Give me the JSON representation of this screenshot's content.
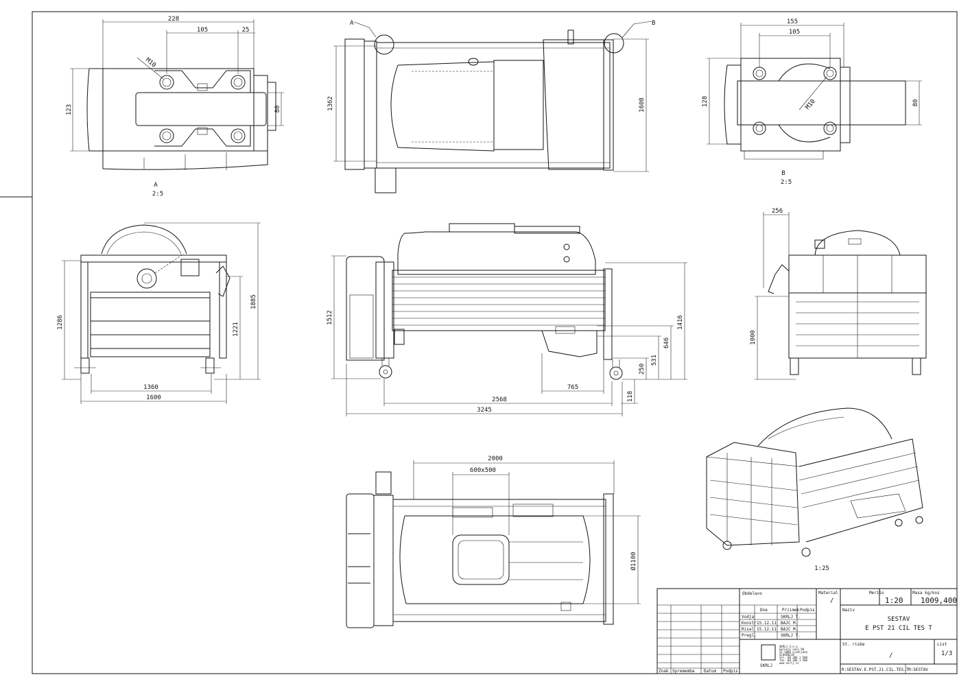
{
  "views": {
    "detail_a": {
      "label": "A",
      "scale": "2:5",
      "dims": {
        "width_total": "228",
        "hole_spacing": "105",
        "offset": "25",
        "height": "123",
        "strap": "80",
        "thread": "M10"
      }
    },
    "top": {
      "callout_a": "A",
      "callout_b": "B",
      "dim_inner": "1362",
      "dim_outer": "1608"
    },
    "detail_b": {
      "label": "B",
      "scale": "2:5",
      "dims": {
        "width_total": "155",
        "hole_spacing": "105",
        "height": "128",
        "strap": "80",
        "thread": "M10"
      }
    },
    "front": {
      "dims": {
        "h1": "1286",
        "h2": "1221",
        "h3": "1885",
        "w1": "1360",
        "w2": "1600"
      }
    },
    "side": {
      "dims": {
        "h_left": "1512",
        "h_right": "1416",
        "d646": "646",
        "d531": "531",
        "d250": "250",
        "d118": "118",
        "d765": "765",
        "len": "2568",
        "len_total": "3245"
      }
    },
    "end": {
      "dims": {
        "w256": "256",
        "h1000": "1000"
      }
    },
    "plan": {
      "dims": {
        "len": "2000",
        "door": "600x500",
        "dia": "Ø1100"
      }
    },
    "iso": {
      "scale": "1:25"
    }
  },
  "title_block": {
    "obdelavo": "Obdelavo",
    "material_label": "Material",
    "material": "/",
    "merilo_label": "Merilo",
    "merilo": "1:20",
    "masa_label": "Masa kg/kos",
    "masa": "1009,400",
    "col_dne": "Dne",
    "col_priimek": "Priimek",
    "col_podpis": "Podpis",
    "rows": [
      {
        "role": "Vodja",
        "date": "",
        "name": "SKRLJ T."
      },
      {
        "role": "Konstr.",
        "date": "15.12.11",
        "name": "BAJC M."
      },
      {
        "role": "Risal",
        "date": "15.12.11",
        "name": "BAJC M."
      },
      {
        "role": "Pregl.",
        "date": "",
        "name": "SKRLJ T."
      }
    ],
    "naziv_label": "Naziv",
    "naziv_1": "SESTAV",
    "naziv_2": "E PST 21 CIL TES T",
    "st_risbe_label": "St. risbe",
    "st_risbe": "/",
    "list_label": "List",
    "list": "1/3",
    "file_ref": "R:SESTAV.E.PST.21.CIL.TES.T",
    "m_ref": "M:SESTAV",
    "rev_headers": [
      "Znak",
      "Sprememba",
      "Datum",
      "Podpis"
    ],
    "company_lines": [
      "SKRLJ d.o.o.",
      "Gorenje vasi 90",
      "SI-1000 Ljubljana",
      "SLOVENIJA",
      "tel. 00 386 1 500",
      "fax. 00 386 1 500",
      "www.skrlj.si"
    ],
    "company_logo": "SKRLJ"
  }
}
